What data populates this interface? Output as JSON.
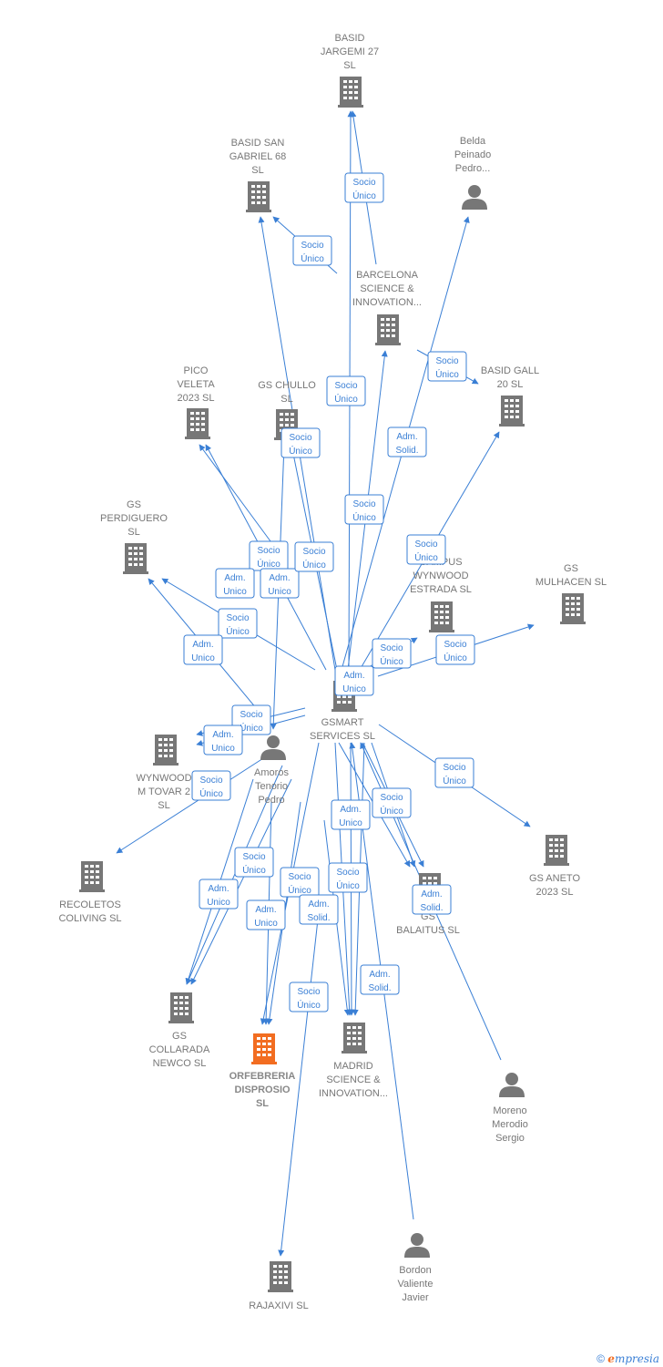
{
  "nodes": [
    {
      "id": "gsmart",
      "type": "company",
      "lines": [
        "GSMART",
        "SERVICES  SL"
      ]
    },
    {
      "id": "jargemi",
      "type": "company",
      "lines": [
        "BASID",
        "JARGEMI 27",
        "SL"
      ]
    },
    {
      "id": "sangabriel",
      "type": "company",
      "lines": [
        "BASID SAN",
        "GABRIEL 68",
        "SL"
      ]
    },
    {
      "id": "belda",
      "type": "person",
      "lines": [
        "Belda",
        "Peinado",
        "Pedro..."
      ]
    },
    {
      "id": "barcelona",
      "type": "company",
      "lines": [
        "BARCELONA",
        "SCIENCE &",
        "INNOVATION..."
      ]
    },
    {
      "id": "basidgall",
      "type": "company",
      "lines": [
        "BASID GALL",
        "20  SL"
      ]
    },
    {
      "id": "picoveleta",
      "type": "company",
      "lines": [
        "PICO",
        "VELETA",
        "2023  SL"
      ]
    },
    {
      "id": "gschullo",
      "type": "company",
      "lines": [
        "GS CHULLO",
        "SL"
      ]
    },
    {
      "id": "gsperdiguero",
      "type": "company",
      "lines": [
        "GS",
        "PERDIGUERO",
        "SL"
      ]
    },
    {
      "id": "campus",
      "type": "company",
      "lines": [
        "CAMPUS",
        "WYNWOOD",
        "ESTRADA  SL"
      ]
    },
    {
      "id": "gsmulhacen",
      "type": "company",
      "lines": [
        "GS",
        "MULHACEN  SL"
      ]
    },
    {
      "id": "wynwoodtovar",
      "type": "company",
      "lines": [
        "WYNWOOD",
        "M TOVAR 2",
        "SL"
      ]
    },
    {
      "id": "amoros",
      "type": "person",
      "lines": [
        "Amoros",
        "Tenorio",
        "Pedro"
      ]
    },
    {
      "id": "recoletos",
      "type": "company",
      "lines": [
        "RECOLETOS",
        "COLIVING  SL"
      ]
    },
    {
      "id": "gsaneto",
      "type": "company",
      "lines": [
        "GS ANETO",
        "2023  SL"
      ]
    },
    {
      "id": "gsbalaitus",
      "type": "company",
      "lines": [
        "GS",
        "BALAITUS  SL"
      ]
    },
    {
      "id": "collarada",
      "type": "company",
      "lines": [
        "GS",
        "COLLARADA",
        "NEWCO  SL"
      ]
    },
    {
      "id": "orfebreria",
      "type": "focus",
      "lines": [
        "ORFEBRERIA",
        "DISPROSIO",
        "SL"
      ]
    },
    {
      "id": "madrid",
      "type": "company",
      "lines": [
        "MADRID",
        "SCIENCE &",
        "INNOVATION..."
      ]
    },
    {
      "id": "moreno",
      "type": "person",
      "lines": [
        "Moreno",
        "Merodio",
        "Sergio"
      ]
    },
    {
      "id": "rajaxivi",
      "type": "company",
      "lines": [
        "RAJAXIVI  SL"
      ]
    },
    {
      "id": "bordon",
      "type": "person",
      "lines": [
        "Bordon",
        "Valiente",
        "Javier"
      ]
    }
  ],
  "badges": [
    {
      "lines": [
        "Socio",
        "Único"
      ]
    },
    {
      "lines": [
        "Socio",
        "Único"
      ]
    },
    {
      "lines": [
        "Socio",
        "Único"
      ]
    },
    {
      "lines": [
        "Socio",
        "Único"
      ]
    },
    {
      "lines": [
        "Adm.",
        "Solid."
      ]
    },
    {
      "lines": [
        "Socio",
        "Único"
      ]
    },
    {
      "lines": [
        "Socio",
        "Único"
      ]
    },
    {
      "lines": [
        "Socio",
        "Único"
      ]
    },
    {
      "lines": [
        "Socio",
        "Único"
      ]
    },
    {
      "lines": [
        "Adm.",
        "Unico"
      ]
    },
    {
      "lines": [
        "Adm.",
        "Unico"
      ]
    },
    {
      "lines": [
        "Socio",
        "Único"
      ]
    },
    {
      "lines": [
        "Socio",
        "Único"
      ]
    },
    {
      "lines": [
        "Adm.",
        "Unico"
      ]
    },
    {
      "lines": [
        "Socio",
        "Único"
      ]
    },
    {
      "lines": [
        "Socio",
        "Único"
      ]
    },
    {
      "lines": [
        "Adm.",
        "Unico"
      ]
    },
    {
      "lines": [
        "Socio",
        "Único"
      ]
    },
    {
      "lines": [
        "Adm.",
        "Unico"
      ]
    },
    {
      "lines": [
        "Socio",
        "Único"
      ]
    },
    {
      "lines": [
        "Socio",
        "Único"
      ]
    },
    {
      "lines": [
        "Adm.",
        "Unico"
      ]
    },
    {
      "lines": [
        "Socio",
        "Único"
      ]
    },
    {
      "lines": [
        "Socio",
        "Único"
      ]
    },
    {
      "lines": [
        "Adm.",
        "Unico"
      ]
    },
    {
      "lines": [
        "Adm.",
        "Unico"
      ]
    },
    {
      "lines": [
        "Socio",
        "Único"
      ]
    },
    {
      "lines": [
        "Socio",
        "Único"
      ]
    },
    {
      "lines": [
        "Adm.",
        "Solid."
      ]
    },
    {
      "lines": [
        "Adm.",
        "Solid."
      ]
    },
    {
      "lines": [
        "Adm.",
        "Solid."
      ]
    },
    {
      "lines": [
        "Socio",
        "Único"
      ]
    }
  ],
  "footer": {
    "copyright": "©",
    "brand_e": "e",
    "brand_rest": "mpresia"
  },
  "colors": {
    "edge": "#3a7fd5",
    "icon": "#777777",
    "focus_icon": "#f26d21"
  }
}
